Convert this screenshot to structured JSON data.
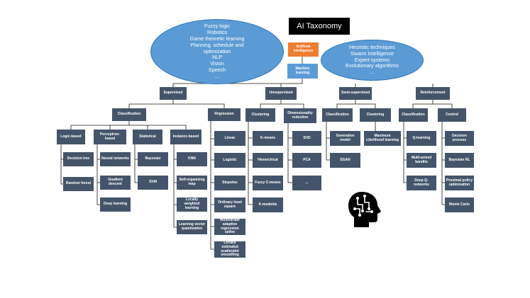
{
  "title": "AI Taxonomy",
  "root": {
    "label": "Artificial Intelligence"
  },
  "ml": {
    "label": "Machine learning"
  },
  "left_ellipse": {
    "items": [
      "Fuzzy logic",
      "Robotics",
      "Game theoretic learning",
      "Planning, schedule and",
      "optimization",
      "NLP",
      "Vision",
      "Speech",
      "..."
    ]
  },
  "right_ellipse": {
    "items": [
      "Heuristic techniques",
      "Swarm Intelligence",
      "Expert systems",
      "Evolutionary algorithms",
      "..."
    ]
  },
  "branches": {
    "supervised": "Supervised",
    "unsupervised": "Unsupervised",
    "semi": "Semi-supervised",
    "reinforcement": "Reinforcement"
  },
  "supervised": {
    "classification": "Classification",
    "regression": "Regression",
    "logic": {
      "label": "Logic-based",
      "items": [
        "Decision tree",
        "Random forest"
      ]
    },
    "perceptron": {
      "label": "Perceptron-based",
      "items": [
        "Neural networks",
        "Gradient descent",
        "Deep learning"
      ]
    },
    "statistical": {
      "label": "Statistical",
      "items": [
        "Bayesian",
        "SVM"
      ]
    },
    "instance": {
      "label": "Instance-based",
      "items": [
        "KNN",
        "Self-organizing map",
        "Locally weighted learning",
        "Learning vector quantization"
      ]
    },
    "regression_items": [
      "Linear",
      "Logistic",
      "Stepwise",
      "Ordinary least square",
      "Multivariate adaptive regression spline",
      "Locally estimated scatterplot smoothing"
    ]
  },
  "unsupervised": {
    "clustering": {
      "label": "Clustering",
      "items": [
        "K-means",
        "Hierarchical",
        "Fuzzy C-means",
        "K-medoids"
      ]
    },
    "dimred": {
      "label": "Dimensionality reduction",
      "items": [
        "SVD",
        "PCA",
        "..."
      ]
    }
  },
  "semi": {
    "classification": {
      "label": "Classification",
      "items": [
        "Generative model",
        "SGAN"
      ]
    },
    "clustering": {
      "label": "Clustering",
      "items": [
        "Maximum Likelihood learning"
      ]
    }
  },
  "reinforcement": {
    "classification": {
      "label": "Classification",
      "items": [
        "Q-learning",
        "Multi-armed bandits",
        "Deep Q-networks"
      ]
    },
    "control": {
      "label": "Control",
      "items": [
        "Decision process",
        "Bayesian RL",
        "Proximal policy optimization",
        "Monte Carlo"
      ]
    }
  },
  "colors": {
    "box": "#44546a",
    "root": "#ed7d31",
    "ml": "#5b9bd5",
    "ellipse": "#5b9bd5",
    "line": "#000000"
  },
  "icons": [
    "ai-head-icon"
  ]
}
